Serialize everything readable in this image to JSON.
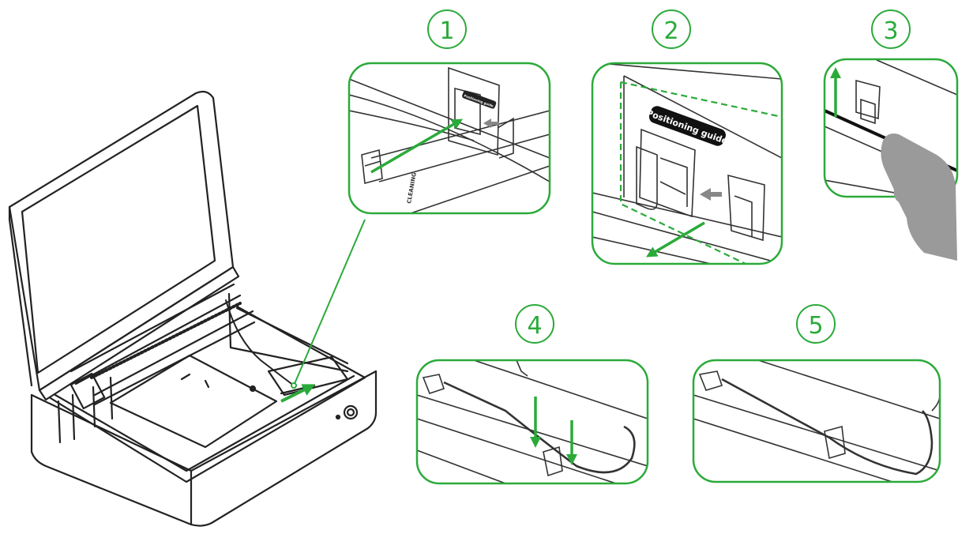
{
  "colors": {
    "accent": "#2BAA3A",
    "line": "#222222",
    "gray": "#888888",
    "hand": "#9A9A9A",
    "background": "#ffffff"
  },
  "steps": [
    {
      "number": "1"
    },
    {
      "number": "2",
      "label": "Positioning guide"
    },
    {
      "number": "3"
    },
    {
      "number": "4"
    },
    {
      "number": "5"
    }
  ],
  "detail_labels": {
    "panel1_guide": "Positioning guide",
    "machine_mark": "CLEANING"
  }
}
